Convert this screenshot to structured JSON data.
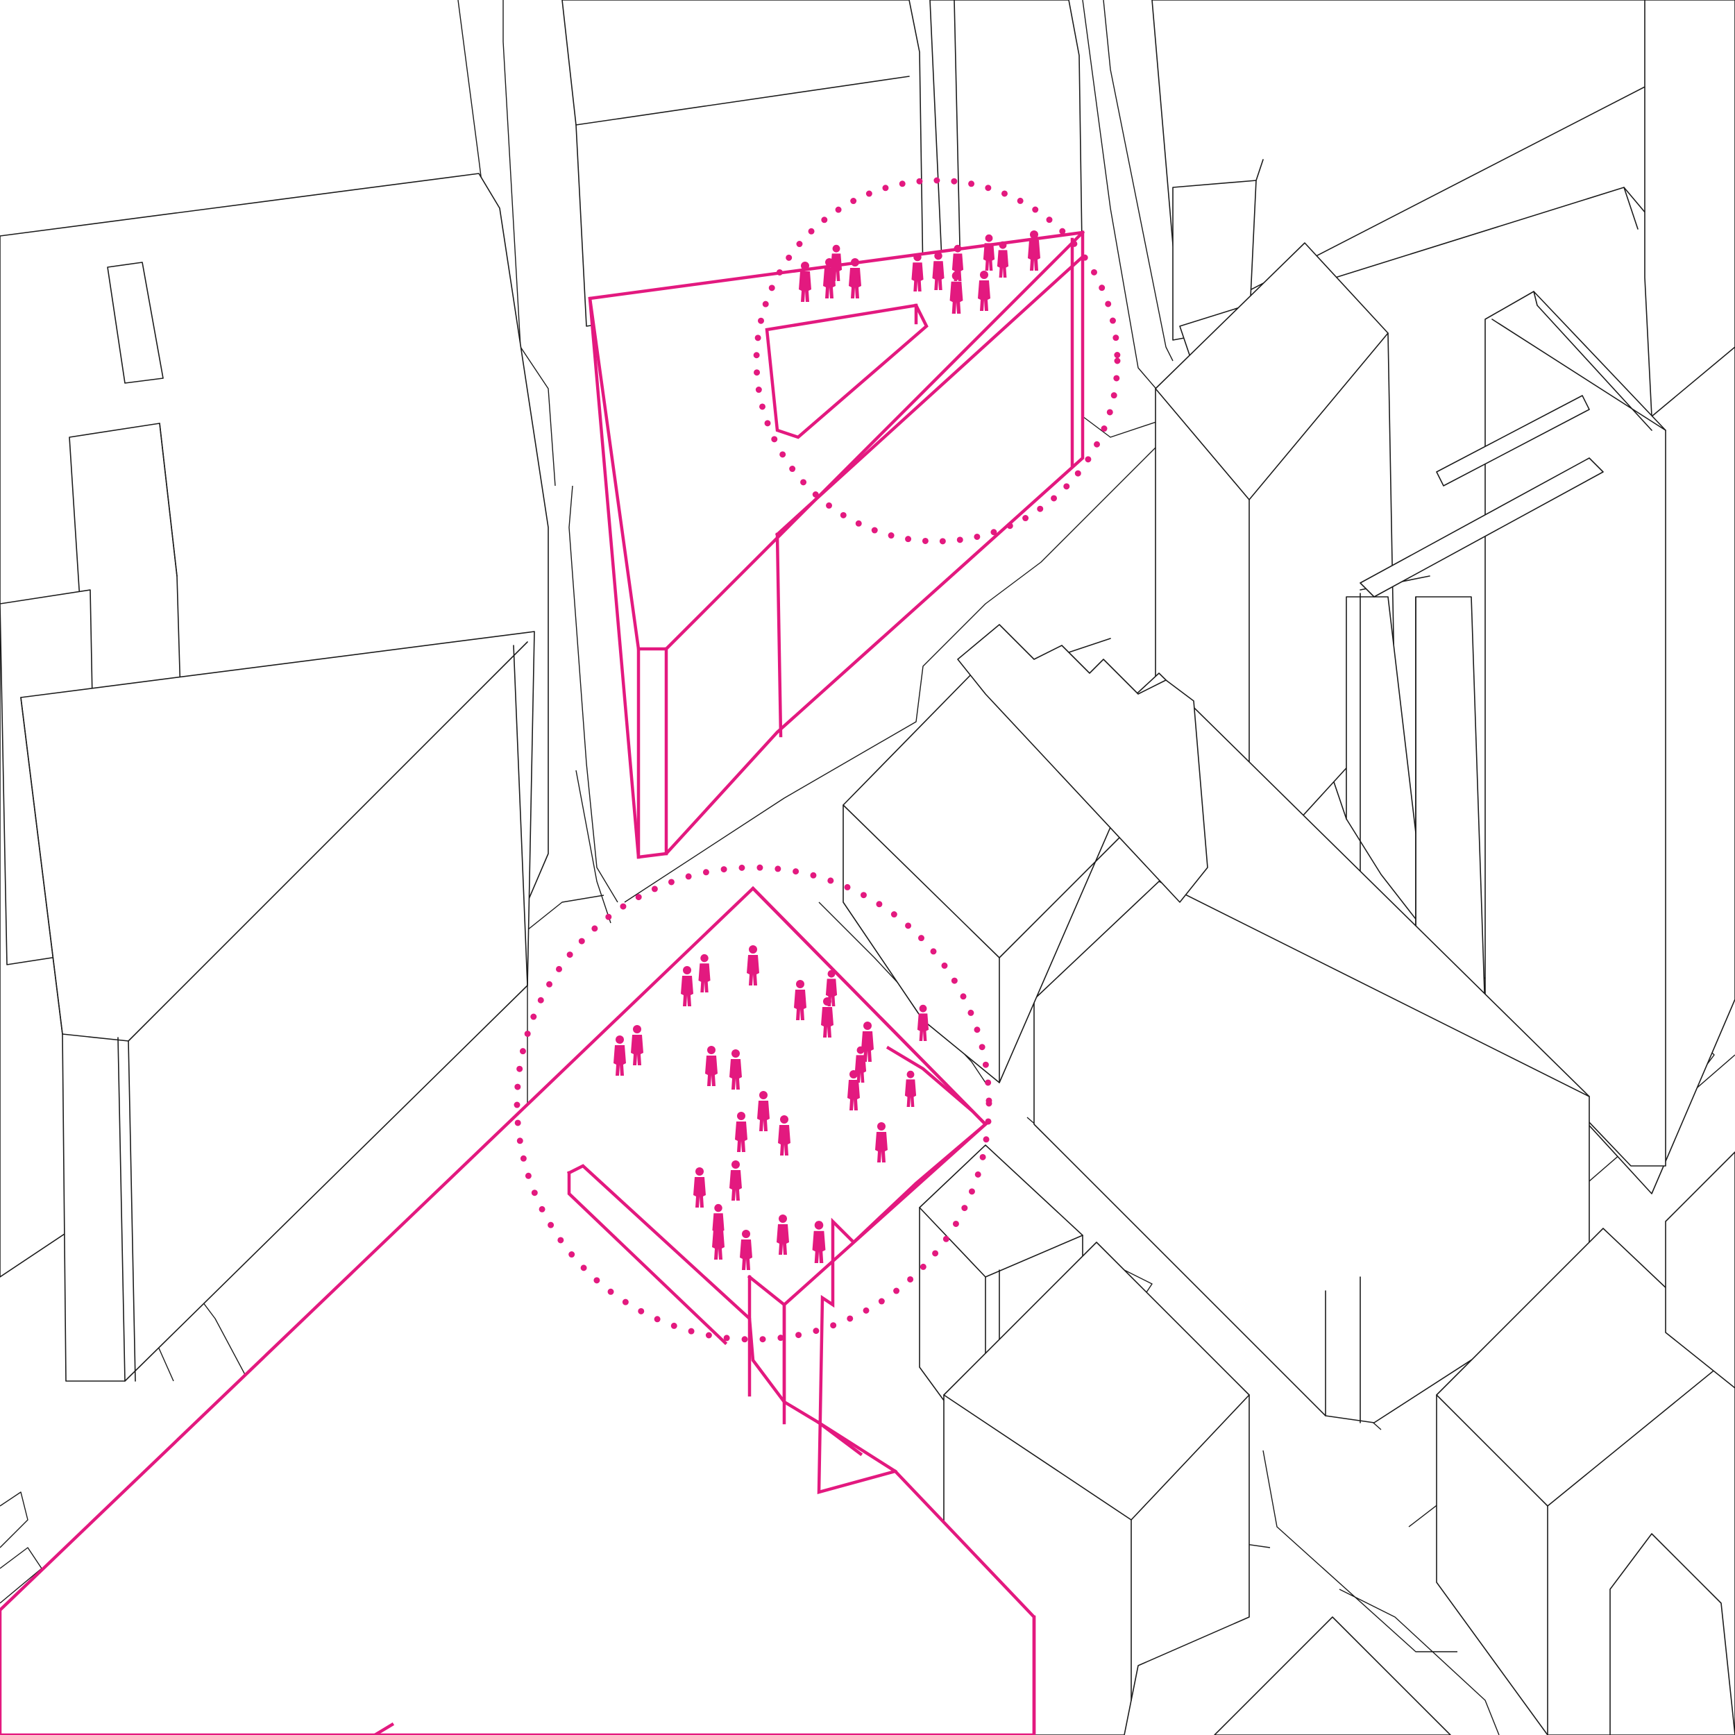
{
  "colors": {
    "accent": "#e3197f",
    "linework": "#1a1a1a",
    "background": "#ffffff"
  },
  "diagram": {
    "style": "axonometric-line-drawing",
    "highlighted_areas": [
      {
        "id": "roof-terrace",
        "people_count": 12
      },
      {
        "id": "ground-plaza",
        "people_count": 26
      }
    ]
  }
}
